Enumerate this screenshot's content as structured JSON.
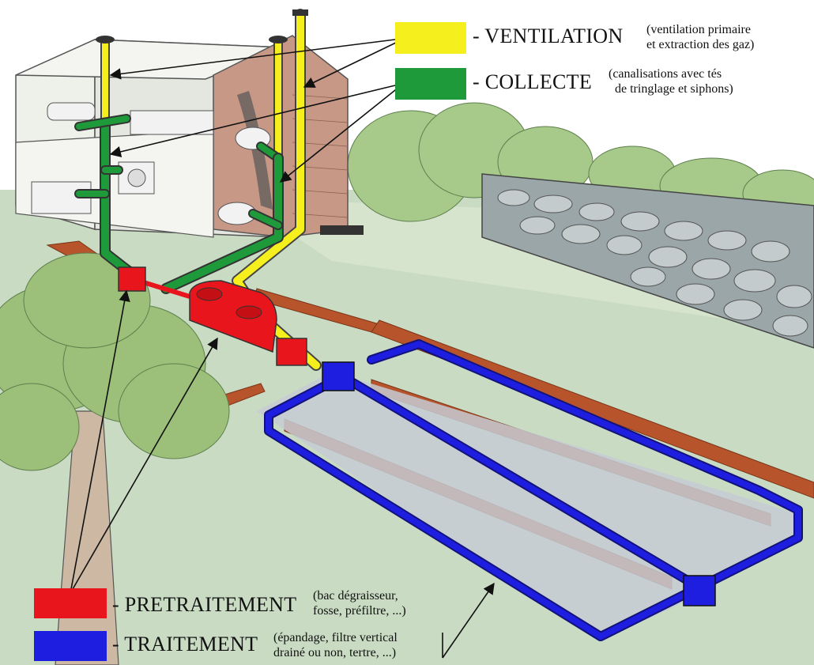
{
  "legend": {
    "ventilation": {
      "label": "- VENTILATION",
      "desc_line1": "(ventilation primaire",
      "desc_line2": "et extraction des gaz)",
      "color": "#f5ef1e"
    },
    "collecte": {
      "label": "- COLLECTE",
      "desc_line1": "(canalisations avec tés",
      "desc_line2": "de tringlage et siphons)",
      "color": "#1e9a3a"
    },
    "pretraitement": {
      "label": "- PRETRAITEMENT",
      "desc_line1": "(bac dégraisseur,",
      "desc_line2": "fosse, préfiltre, ...)",
      "color": "#e8161c"
    },
    "traitement": {
      "label": "- TRAITEMENT",
      "desc_line1": "(épandage, filtre vertical",
      "desc_line2": "drainé ou non, tertre, ...)",
      "color": "#1e1ee0"
    }
  },
  "colors": {
    "lawn": "#c9dcc3",
    "soil": "#b8542c",
    "trench": "#c5cbd3",
    "house_wall": "#e6e8e2",
    "brick": "#c79886",
    "tree_canopy": "#9cc07a",
    "stone_wall": "#9aa6a8",
    "outline": "#333333"
  }
}
